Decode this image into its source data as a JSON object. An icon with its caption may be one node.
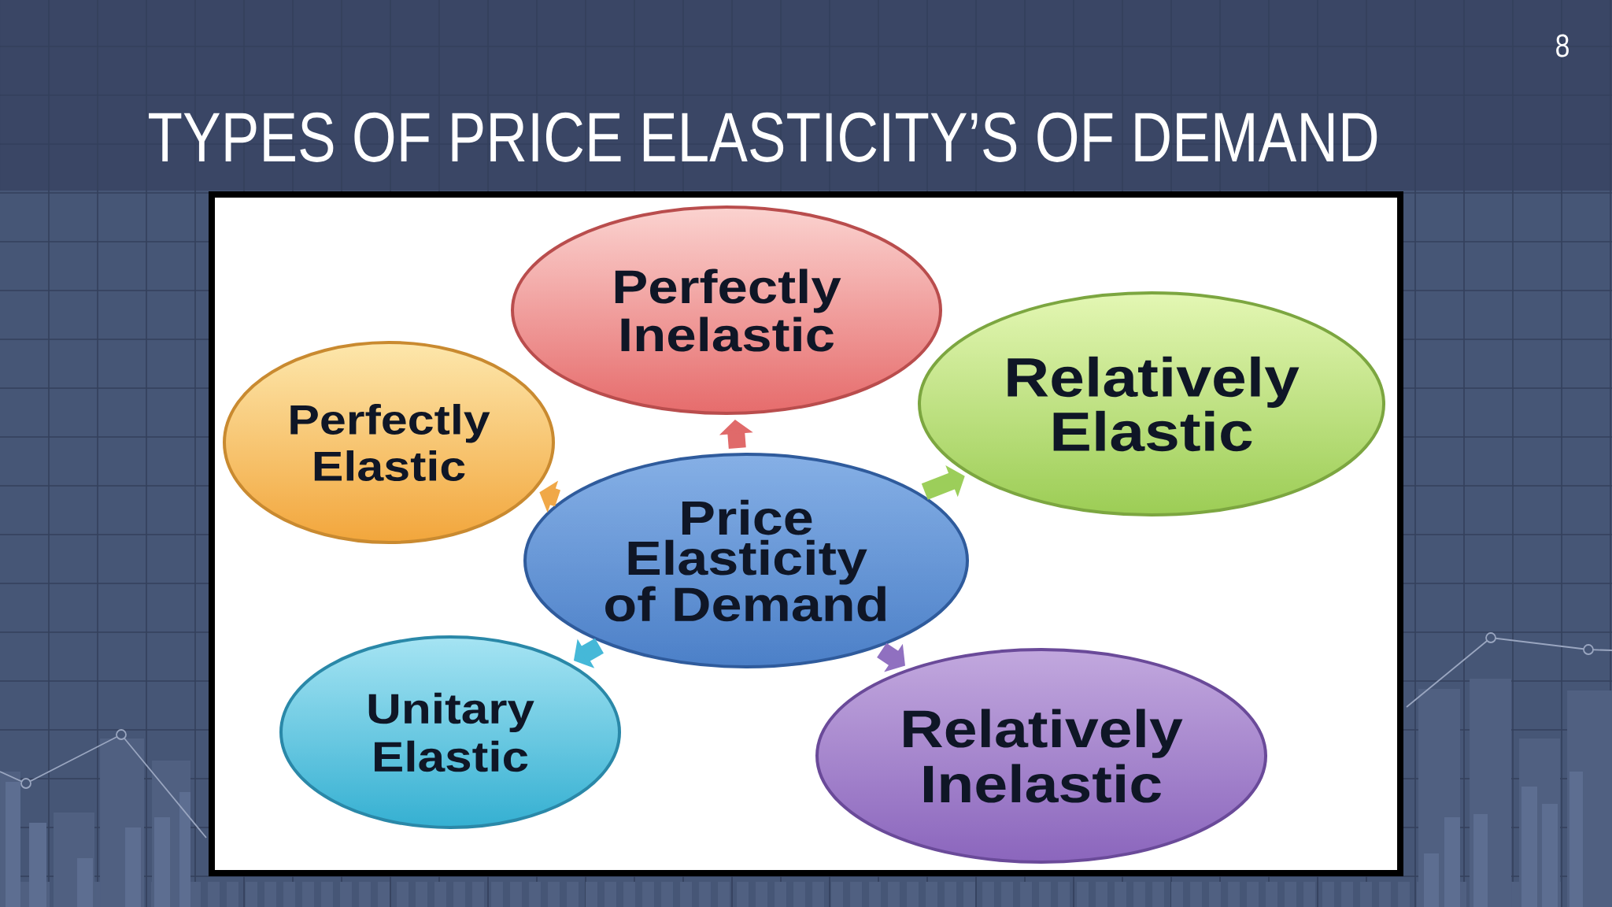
{
  "diagram": {
    "title": "TYPES OF PRICE ELASTICITY’S OF DEMAND",
    "nodes": [
      {
        "text": [
          "Perfectly Elastic"
        ]
      },
      {
        "text": [
          "Perfectly Inelastic"
        ]
      },
      {
        "text": [
          "Relatively Elastic"
        ]
      },
      {
        "text": [
          "Price Elasticity of Demand"
        ]
      },
      {
        "text": [
          "Unitary Elastic"
        ]
      },
      {
        "text": [
          "Relatively Inelastic"
        ]
      }
    ],
    "edges": [
      {
        "from": 3,
        "to": 0,
        "arrow": "to",
        "color": "#f0a848"
      },
      {
        "from": 3,
        "to": 1,
        "arrow": "to",
        "color": "#e06a6a"
      },
      {
        "from": 3,
        "to": 2,
        "arrow": "to",
        "color": "#9cce5a"
      },
      {
        "from": 3,
        "to": 4,
        "arrow": "to",
        "color": "#45b8d8"
      },
      {
        "from": 3,
        "to": 5,
        "arrow": "to",
        "color": "#9070c0"
      }
    ],
    "labels": [
      "8"
    ]
  }
}
